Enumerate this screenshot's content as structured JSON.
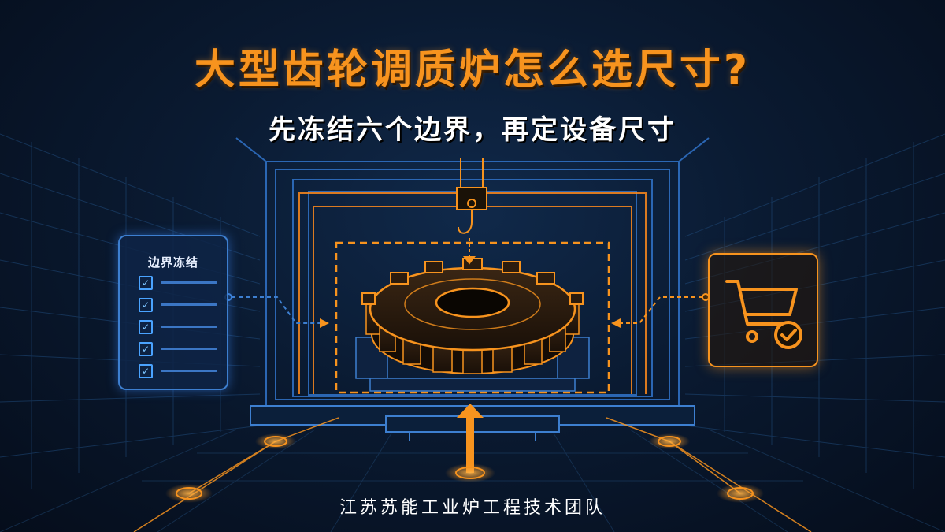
{
  "headline": {
    "title": "大型齿轮调质炉怎么选尺寸?",
    "subtitle": "先冻结六个边界，再定设备尺寸"
  },
  "boundary_card": {
    "title": "边界冻结",
    "checklist_item_count": 5,
    "icon": "checklist-icon"
  },
  "selection_card": {
    "icon": "cart-check-icon"
  },
  "footer": {
    "credit": "江苏苏能工业炉工程技术团队"
  },
  "colors": {
    "accent": "#f7931e",
    "blueprint": "#3d7fd0",
    "background": "#071426"
  }
}
